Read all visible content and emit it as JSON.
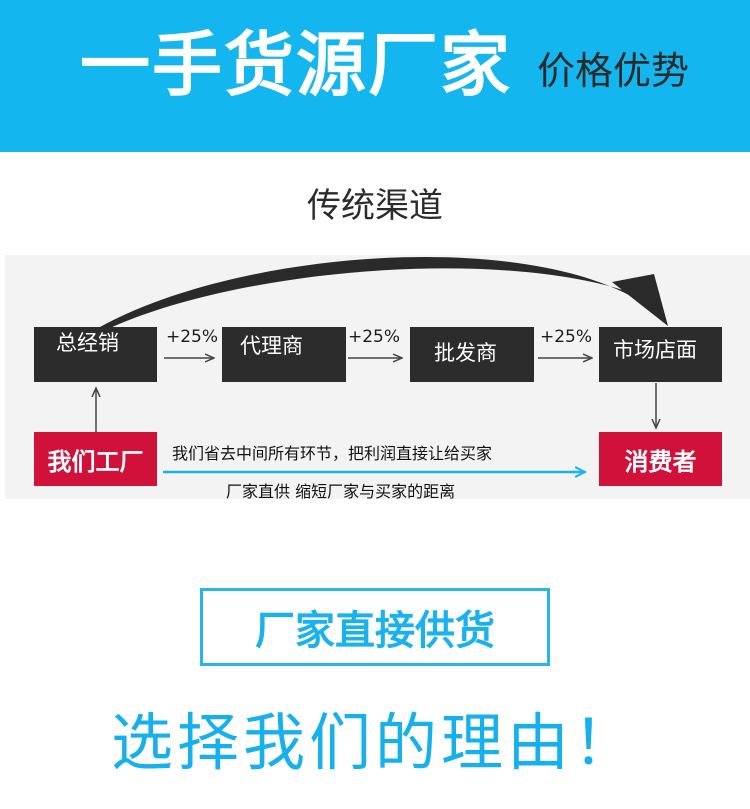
{
  "banner": {
    "title": "一手货源厂家",
    "subtitle": "价格优势",
    "bg_color": "#13b6ef"
  },
  "section_title": "传统渠道",
  "channel": {
    "boxes": [
      "总经销",
      "代理商",
      "批发商",
      "市场店面"
    ],
    "markups": [
      "+25%",
      "+25%",
      "+25%"
    ]
  },
  "factory_label": "我们工厂",
  "consumer_label": "消费者",
  "caption_top": "我们省去中间所有环节，把利润直接让给买家",
  "caption_bottom": "厂家直供 缩短厂家与买家的距离",
  "supply_label": "厂家直接供货",
  "reason_label": "选择我们的理由！",
  "colors": {
    "accent": "#13b6ef",
    "red": "#d0113a",
    "box_dark": "#2c2c2c"
  }
}
